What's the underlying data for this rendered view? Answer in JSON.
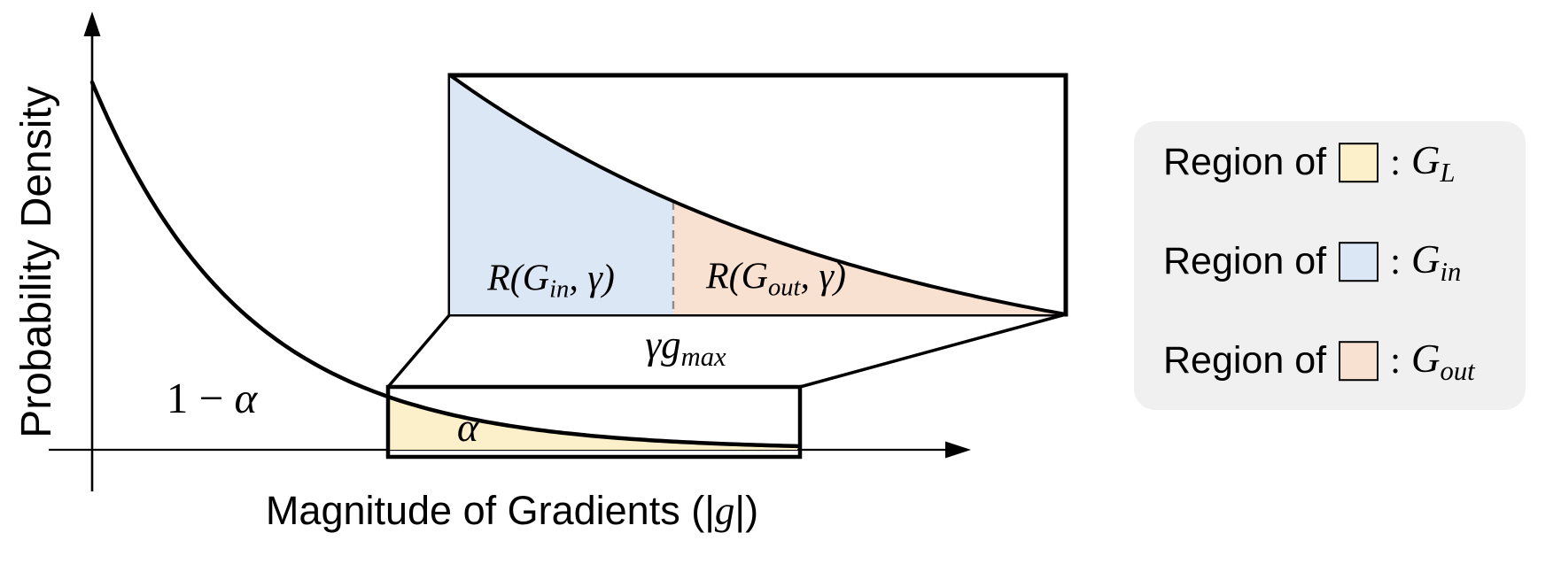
{
  "axes": {
    "y_label": "Probability Density",
    "x_label": {
      "prefix": "Magnitude of Gradients (|",
      "variable": "g",
      "suffix": "|)"
    }
  },
  "annotations": {
    "one_minus": "1 − ",
    "alpha_symbol": "α",
    "alpha_region": "α",
    "gamma_gmax_main": "γg",
    "gamma_gmax_sub": "max",
    "r_in_pre": "R(G",
    "r_in_sub": "in",
    "r_in_post": ", γ)",
    "r_out_pre": "R(G",
    "r_out_sub": "out",
    "r_out_post": ", γ)"
  },
  "legend": {
    "rows": [
      {
        "text": "Region of",
        "colon": ":",
        "symbol": "G",
        "subscript": "L",
        "swatch": "yellow"
      },
      {
        "text": "Region of",
        "colon": ":",
        "symbol": "G",
        "subscript": "in",
        "swatch": "blue"
      },
      {
        "text": "Region of",
        "colon": ":",
        "symbol": "G",
        "subscript": "out",
        "swatch": "pink"
      }
    ]
  },
  "colors": {
    "yellow": "#FCF0CB",
    "blue": "#DBE7F5",
    "pink": "#F9E1D1",
    "legend_background": "#F0F0F0",
    "line": "#000000",
    "dashed_divider": "#8C8C8C"
  }
}
